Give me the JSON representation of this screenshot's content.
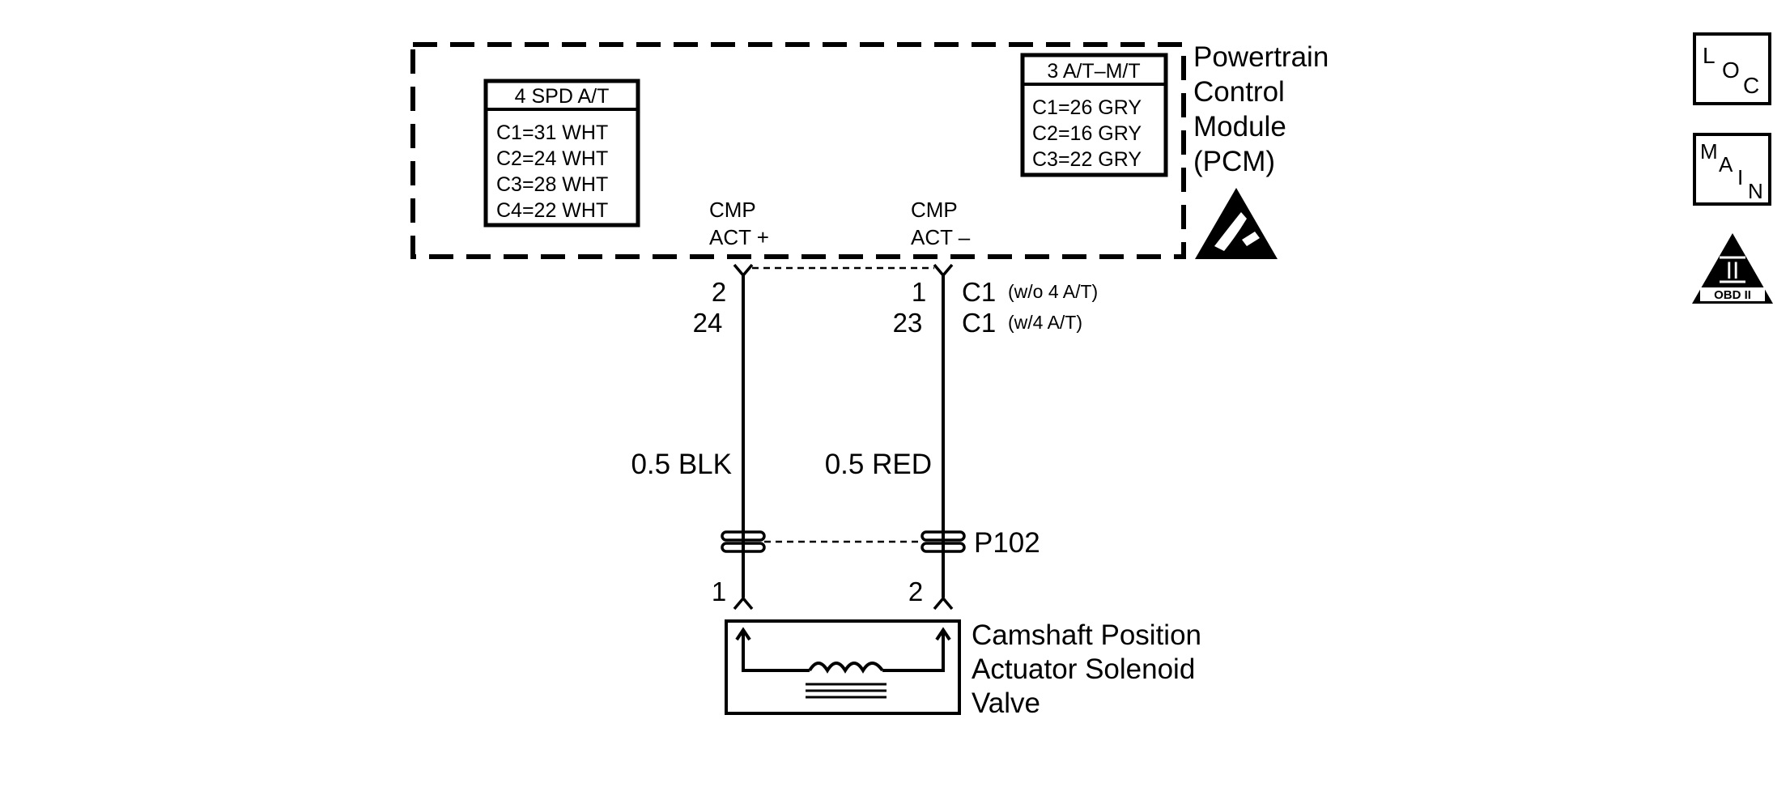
{
  "pcm": {
    "name_lines": [
      "Powertrain",
      "Control",
      "Module",
      "(PCM)"
    ]
  },
  "connector_table_4spd": {
    "header": "4 SPD A/T",
    "rows": [
      "C1=31 WHT",
      "C2=24 WHT",
      "C3=28 WHT",
      "C4=22 WHT"
    ]
  },
  "connector_table_3at": {
    "header": "3 A/T–M/T",
    "rows": [
      "C1=26 GRY",
      "C2=16 GRY",
      "C3=22 GRY"
    ]
  },
  "terminal_plus": {
    "label_line1": "CMP",
    "label_line2": "ACT +",
    "pin_a": "2",
    "pin_b": "24",
    "wire": "0.5 BLK",
    "inline_pin": "1"
  },
  "terminal_minus": {
    "label_line1": "CMP",
    "label_line2": "ACT –",
    "pin_a": "1",
    "pin_b": "23",
    "wire": "0.5 RED",
    "inline_pin": "2",
    "connector_a": "C1",
    "connector_a_note": "(w/o 4 A/T)",
    "connector_b": "C1",
    "connector_b_note": "(w/4 A/T)"
  },
  "inline_connector": {
    "name": "P102"
  },
  "component": {
    "name_lines": [
      "Camshaft Position",
      "Actuator Solenoid",
      "Valve"
    ]
  },
  "side_icons": {
    "loc": {
      "letters": [
        "L",
        "O",
        "C"
      ],
      "icon": "location-icon"
    },
    "main": {
      "letters": [
        "M",
        "A",
        "I",
        "N"
      ],
      "icon": "main-icon"
    },
    "obd": {
      "numeral": "II",
      "label": "OBD II",
      "icon": "obd-ii-icon"
    },
    "esd": {
      "icon": "esd-warning-icon"
    }
  }
}
